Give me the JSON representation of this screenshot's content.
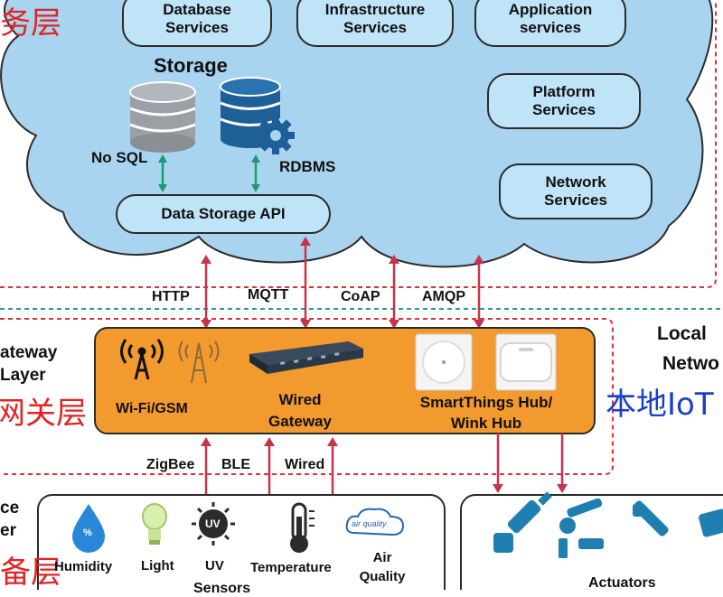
{
  "colors": {
    "cloud_fill": "#a9d4f0",
    "pill_fill": "#bfe3f7",
    "gateway_fill": "#f29a2e",
    "arrow": "#c7344a",
    "storage_arrow": "#1f9a6e",
    "dashed_red": "#d8323c",
    "dashed_teal": "#2a9d8f",
    "chinese_label_red": "#e02424",
    "chinese_label_blue": "#1a3ec9"
  },
  "services_layer": {
    "chinese_label": "务层",
    "services": {
      "database": "Database\nServices",
      "infrastructure": "Infrastructure\nServices",
      "application": "Application\nservices",
      "platform": "Platform\nServices",
      "network": "Network\nServices"
    },
    "storage": {
      "title": "Storage",
      "nosql": "No SQL",
      "rdbms": "RDBMS",
      "api": "Data Storage API"
    }
  },
  "protocols": {
    "cloud": [
      "HTTP",
      "MQTT",
      "CoAP",
      "AMQP"
    ],
    "device": [
      "ZigBee",
      "BLE",
      "Wired"
    ]
  },
  "gateway_layer": {
    "title_en": "ateway\nLayer",
    "chinese_label": "网关层",
    "wifi": "Wi-Fi/GSM",
    "wired": "Wired\nGateway",
    "hub": "SmartThings Hub/\nWink Hub"
  },
  "local_network": {
    "title": "Local",
    "subtitle": "Netwo",
    "chinese_label": "本地IoT"
  },
  "device_layer": {
    "title_en": "ce\ner",
    "chinese_label": "备层",
    "sensors": [
      {
        "name": "Humidity",
        "icon": "humidity-icon"
      },
      {
        "name": "Light",
        "icon": "light-bulb-icon"
      },
      {
        "name": "UV",
        "icon": "uv-icon"
      },
      {
        "name": "Temperature",
        "icon": "thermometer-icon"
      },
      {
        "name": "Air\nQuality",
        "icon": "air-quality-icon"
      }
    ],
    "sensors_group": "Sensors",
    "actuators_group": "Actuators",
    "uv_badge": "UV",
    "air_badge": "air quality",
    "humidity_badge": "%"
  }
}
